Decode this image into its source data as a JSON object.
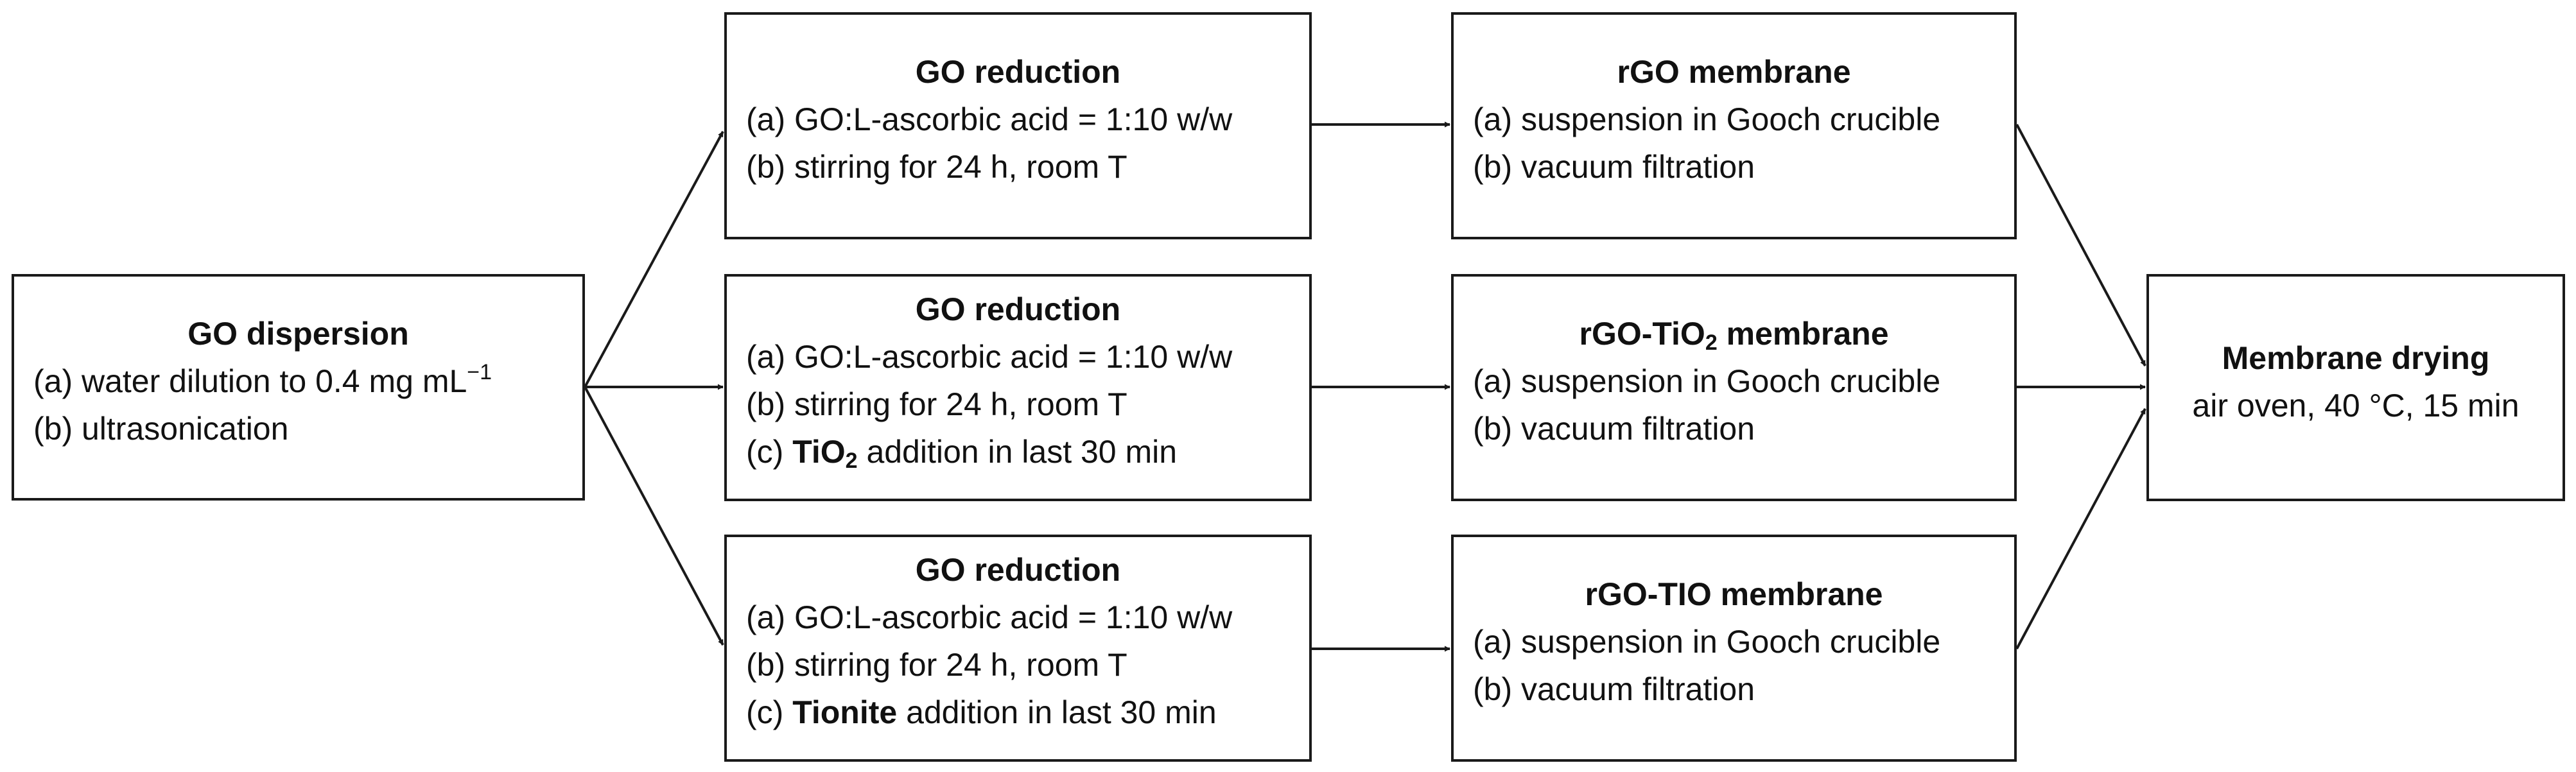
{
  "dispersion": {
    "title": "GO dispersion",
    "line_a_text": "(a) water dilution to 0.4 mg mL",
    "line_a_sup": "−1",
    "line_b": "(b) ultrasonication"
  },
  "reductions": [
    {
      "title": "GO reduction",
      "line_a": "(a) GO:L-ascorbic acid = 1:10 w/w",
      "line_b": "(b) stirring for 24 h, room T"
    },
    {
      "title": "GO reduction",
      "line_a": "(a) GO:L-ascorbic acid = 1:10 w/w",
      "line_b": "(b) stirring for 24 h, room T",
      "line_c_prefix": "(c) ",
      "line_c_bold": "TiO",
      "line_c_sub": "2",
      "line_c_rest": " addition in last 30 min"
    },
    {
      "title": "GO reduction",
      "line_a": "(a) GO:L-ascorbic acid = 1:10 w/w",
      "line_b": "(b) stirring for 24 h, room T",
      "line_c_prefix": "(c) ",
      "line_c_bold": "Tionite",
      "line_c_rest": " addition in last 30 min"
    }
  ],
  "membranes": [
    {
      "title": "rGO membrane",
      "line_a": "(a) suspension in Gooch crucible",
      "line_b": "(b) vacuum filtration"
    },
    {
      "title_prefix": "rGO-TiO",
      "title_sub": "2",
      "title_suffix": " membrane",
      "line_a": "(a) suspension in Gooch crucible",
      "line_b": "(b) vacuum filtration"
    },
    {
      "title": "rGO-TIO membrane",
      "line_a": "(a) suspension in Gooch crucible",
      "line_b": "(b) vacuum filtration"
    }
  ],
  "drying": {
    "title": "Membrane drying",
    "line": "air oven, 40 °C, 15 min"
  },
  "colors": {
    "stroke": "#1a1a1a",
    "background": "#ffffff"
  }
}
